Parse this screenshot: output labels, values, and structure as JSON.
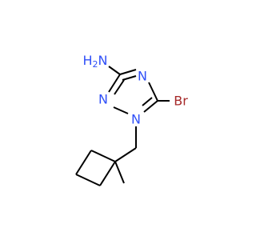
{
  "structure": {
    "colors": {
      "bond": "#000000",
      "nitrogen": "#3050F8",
      "bromine": "#A62929"
    },
    "labels": {
      "amine_n": "N",
      "amine_h": "H",
      "amine_h_count": "2",
      "ring_n_upper": "N",
      "ring_n_left": "N",
      "ring_n_lower": "N",
      "bromine": "Br"
    }
  }
}
